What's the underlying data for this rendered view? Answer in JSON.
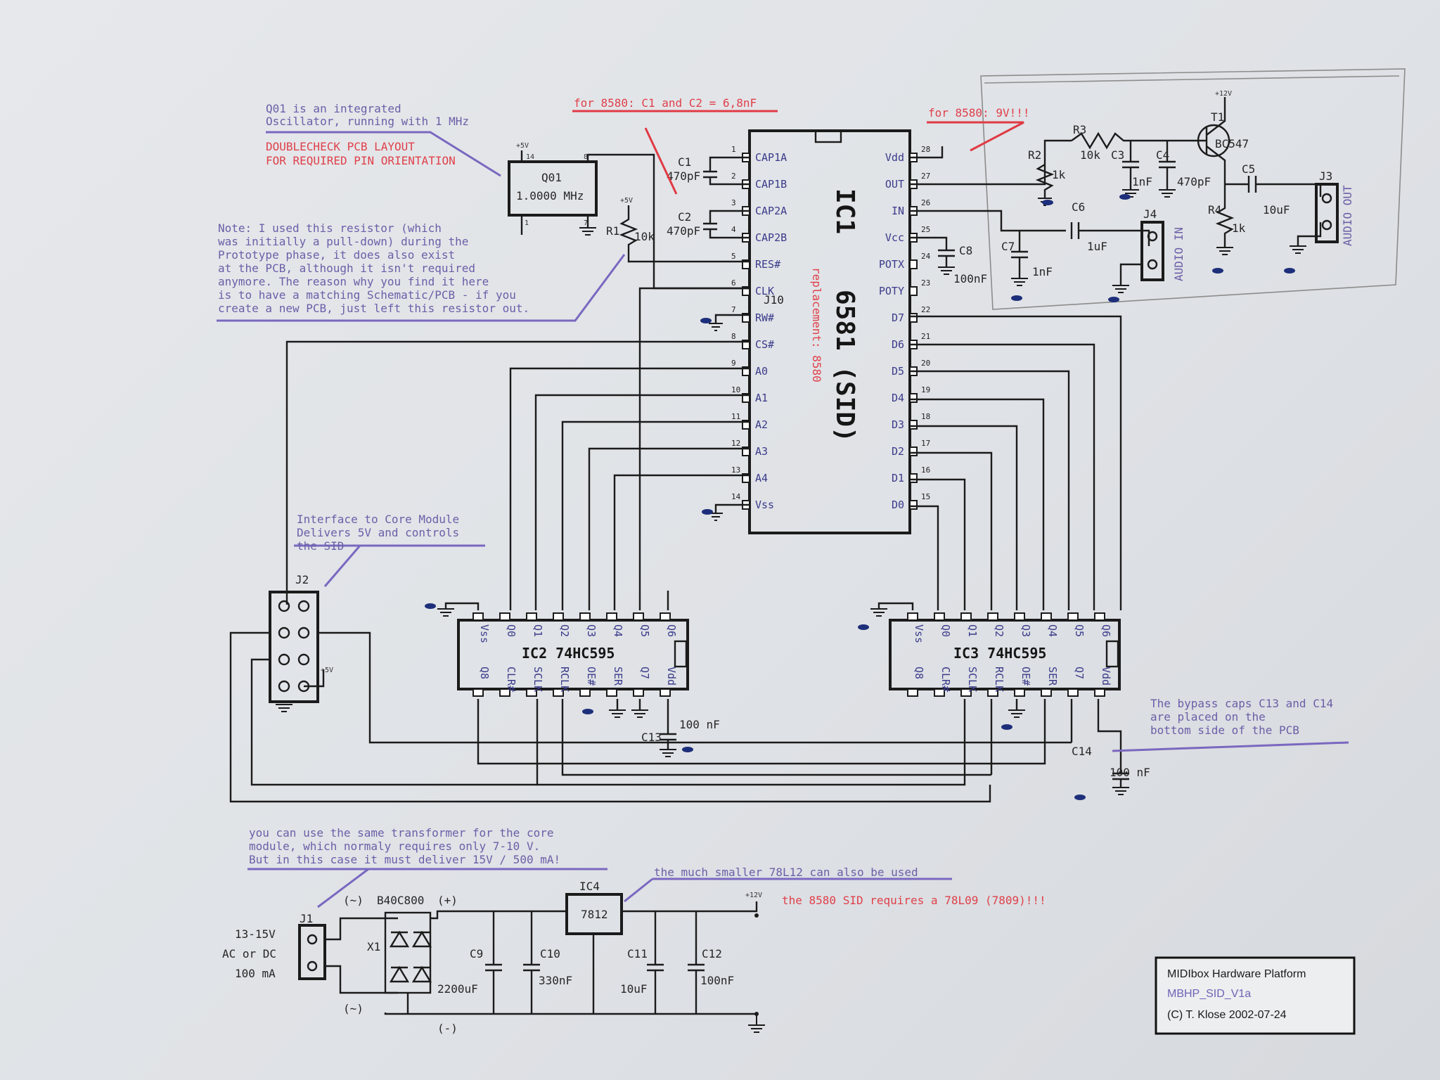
{
  "notes": {
    "q01_line1": "Q01 is an integrated",
    "q01_line2": "Oscillator, running with 1 MHz",
    "doublecheck_line1": "DOUBLECHECK PCB LAYOUT",
    "doublecheck_line2": "FOR REQUIRED PIN ORIENTATION",
    "resistor_note": [
      "Note: I used this resistor (which",
      "was initially a pull-down) during the",
      "Prototype phase, it does also exist",
      "at the PCB, although it isn't required",
      "anymore. The reason why you find it here",
      "is to have a matching Schematic/PCB - if you",
      "create a new PCB, just left this resistor out."
    ],
    "for8580_caps": "for 8580: C1 and C2 = 6,8nF",
    "for8580_9v": "for 8580: 9V!!!",
    "interface_note": [
      "Interface to Core Module",
      "Delivers 5V and controls",
      "the SID"
    ],
    "bypass_note": [
      "The bypass caps C13 and C14",
      "are placed on the",
      "bottom side of the PCB"
    ],
    "transformer_note": [
      "you can use the same transformer for the core",
      "module, which normaly requires only 7-10 V.",
      "But in this case it must deliver 15V / 500 mA!"
    ],
    "regulator_note": "the much smaller 78L12 can also be used",
    "regulator_8580": "the 8580 SID requires a 78L09 (7809)!!!"
  },
  "ic1": {
    "name": "IC1",
    "part": "6581 (SID)",
    "replacement": "replacement: 8580",
    "left_pins": [
      "CAP1A",
      "CAP1B",
      "CAP2A",
      "CAP2B",
      "RES#",
      "CLK",
      "RW#",
      "CS#",
      "A0",
      "A1",
      "A2",
      "A3",
      "A4",
      "Vss"
    ],
    "right_pins": [
      "Vdd",
      "OUT",
      "IN",
      "Vcc",
      "POTX",
      "POTY",
      "D7",
      "D6",
      "D5",
      "D4",
      "D3",
      "D2",
      "D1",
      "D0"
    ],
    "left_nums": [
      "1",
      "2",
      "3",
      "4",
      "5",
      "6",
      "7",
      "8",
      "9",
      "10",
      "11",
      "12",
      "13",
      "14"
    ],
    "right_nums": [
      "28",
      "27",
      "26",
      "25",
      "24",
      "23",
      "22",
      "21",
      "20",
      "19",
      "18",
      "17",
      "16",
      "15"
    ]
  },
  "handwritten": {
    "jio": "J10"
  },
  "ic2": {
    "label": "IC2 74HC595"
  },
  "ic3": {
    "label": "IC3 74HC595"
  },
  "sr_top_pins": [
    "Vss",
    "Q0",
    "Q1",
    "Q2",
    "Q3",
    "Q4",
    "Q5",
    "Q6"
  ],
  "sr_bot_pins": [
    "Q8",
    "CLR#",
    "SCLK",
    "RCLK",
    "OE#",
    "SER",
    "Q7",
    "Vdd"
  ],
  "q01": {
    "name": "Q01",
    "freq": "1.0000 MHz",
    "pin14": "14",
    "pin8": "8",
    "pin1": "1",
    "pin7": "7",
    "vcc": "+5V"
  },
  "components": {
    "c1": "C1",
    "c1v": "470pF",
    "c2": "C2",
    "c2v": "470pF",
    "r1": "R1",
    "r1v": "10k",
    "r2": "R2",
    "r2v": "1k",
    "r3": "R3",
    "r3v": "10k",
    "r4": "R4",
    "r4v": "1k",
    "c3": "C3",
    "c3v": "1nF",
    "c4": "C4",
    "c4v": "470pF",
    "c5": "C5",
    "c5v": "10uF",
    "c6": "C6",
    "c6v": "1uF",
    "c7": "C7",
    "c7v": "1nF",
    "c8": "C8",
    "c8v": "100nF",
    "t1": "T1",
    "t1v": "BC547",
    "j3": "J3",
    "j3t": "AUDIO OUT",
    "j4": "J4",
    "j4t": "AUDIO IN",
    "j2": "J2",
    "c13": "C13",
    "c13v": "100 nF",
    "c14": "C14",
    "c14v": "100 nF",
    "j1": "J1",
    "x1": "X1",
    "bridge": "B40C800",
    "ac_line1": "13-15V",
    "ac_line2": "AC or DC",
    "ac_line3": "100 mA",
    "tilde": "(~)",
    "plus": "(+)",
    "minus": "(-)",
    "ic4": "IC4",
    "ic4v": "7812",
    "c9": "C9",
    "c9v": "2200uF",
    "c10": "C10",
    "c10v": "330nF",
    "c11": "C11",
    "c11v": "10uF",
    "c12": "C12",
    "c12v": "100nF",
    "p12v": "+12V",
    "p5v": "+5V"
  },
  "title_block": {
    "line1": "MIDIbox Hardware Platform",
    "line2": "MBHP_SID_V1a",
    "line3": "(C) T. Klose 2002-07-24"
  }
}
